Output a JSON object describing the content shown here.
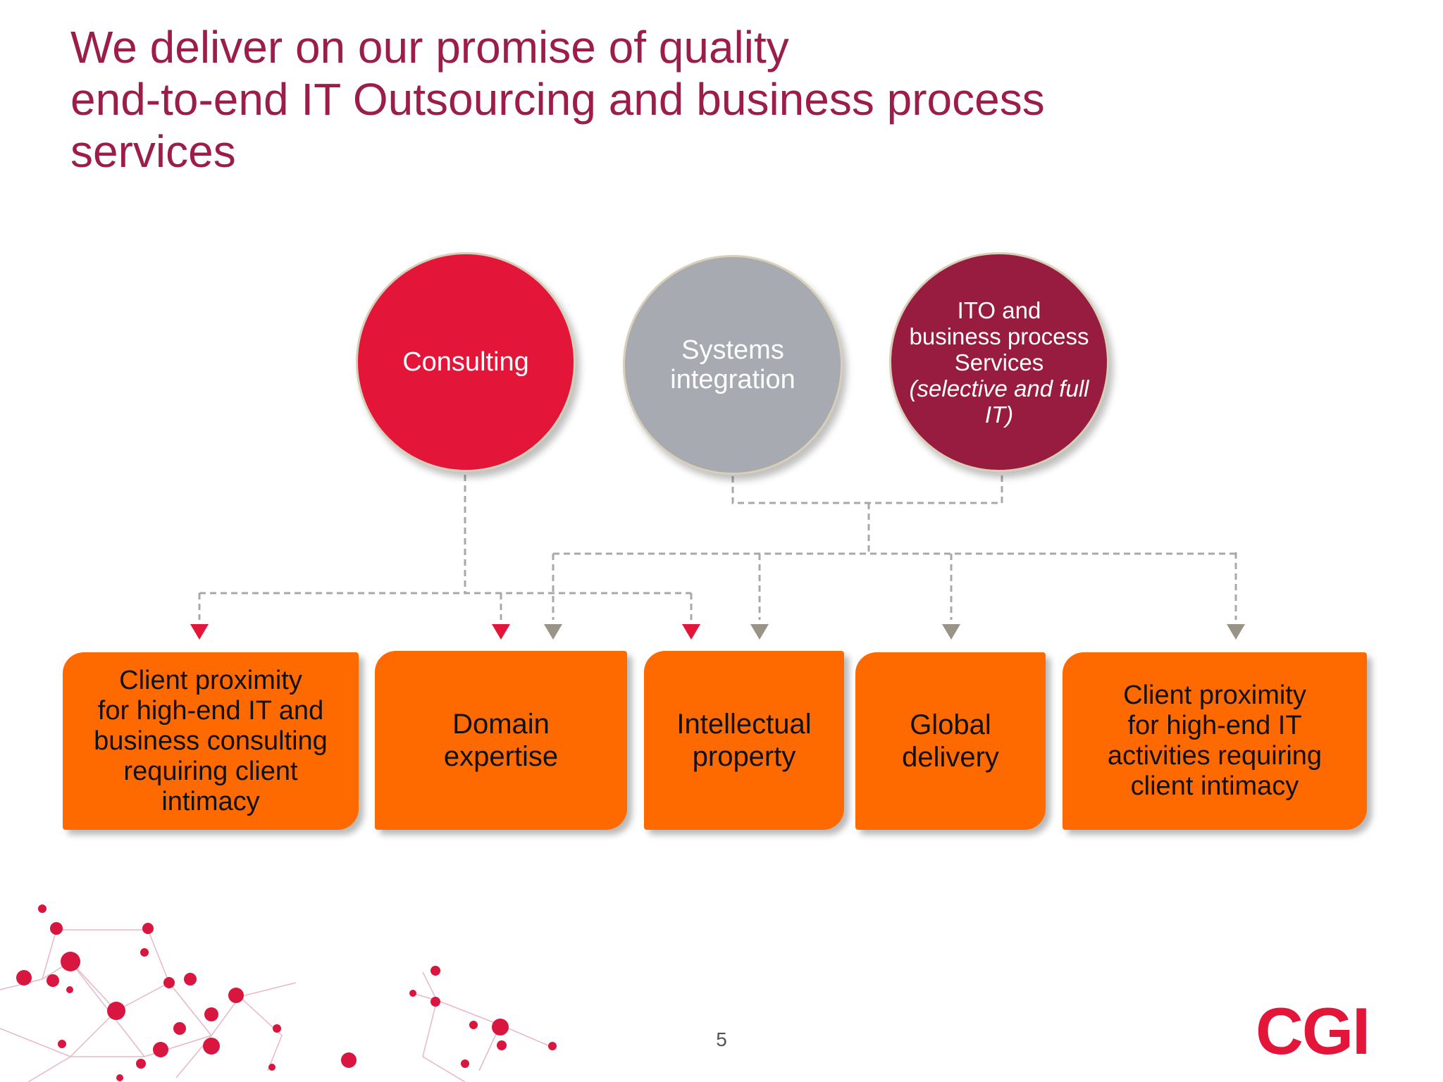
{
  "title": {
    "line1": "We deliver on our promise of quality",
    "line2": "end-to-end IT Outsourcing and business process",
    "line3": "services"
  },
  "circles": {
    "consulting": "Consulting",
    "systems": [
      "Systems",
      "integration"
    ],
    "ito": [
      "ITO and",
      "business process",
      "Services",
      "(selective and full",
      "IT)"
    ]
  },
  "boxes": [
    {
      "lines": [
        "Client proximity",
        "for high-end IT and",
        "business consulting",
        "requiring client",
        "intimacy"
      ]
    },
    {
      "lines": [
        "Domain",
        "expertise"
      ]
    },
    {
      "lines": [
        "Intellectual",
        "property"
      ]
    },
    {
      "lines": [
        "Global",
        "delivery"
      ]
    },
    {
      "lines": [
        "Client proximity",
        "for high-end IT",
        "activities requiring",
        "client intimacy"
      ]
    }
  ],
  "colors": {
    "title": "#9b1d48",
    "consulting": "#e3163a",
    "systems": "#a7aab0",
    "ito": "#981b40",
    "box": "#ff6a00",
    "arrow_red": "#e3163a",
    "arrow_grey": "#999388"
  },
  "page_number": "5",
  "logo_text": "CGI"
}
